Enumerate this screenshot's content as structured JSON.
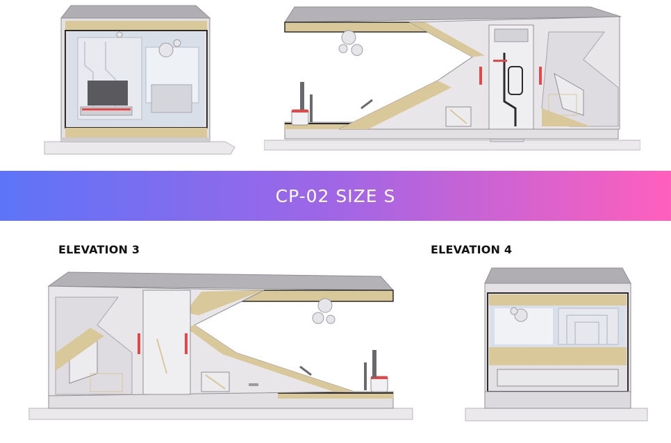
{
  "banner": {
    "title": "CP-02 SIZE S",
    "gradient_start": "#5d74f8",
    "gradient_end": "#ff5fbd"
  },
  "labels": {
    "elevation_3": "ELEVATION 3",
    "elevation_4": "ELEVATION 4"
  },
  "colors": {
    "shell": "#e8e6e8",
    "roof": "#a9a7ad",
    "accent": "#d8c89a",
    "dark": "#2c2a2a",
    "glass": "#d6dde8",
    "red": "#e24848",
    "base": "#ebe9ec"
  }
}
